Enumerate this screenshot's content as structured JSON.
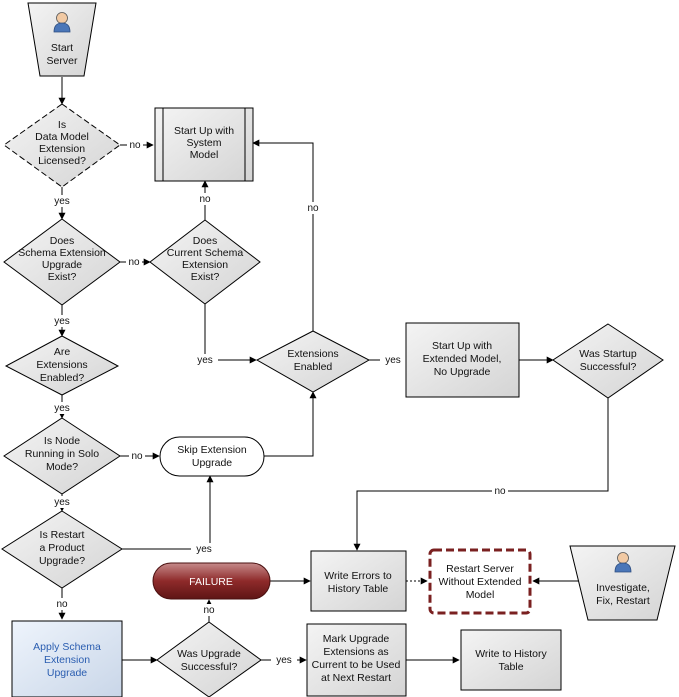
{
  "nodes": {
    "start": [
      "Start",
      "Server"
    ],
    "licensed": [
      "Is",
      "Data Model",
      "Extension",
      "Licensed?"
    ],
    "system_model": [
      "Start Up with",
      "System",
      "Model"
    ],
    "upgrade_exist": [
      "Does",
      "Schema Extension",
      "Upgrade",
      "Exist?"
    ],
    "current_exist": [
      "Does",
      "Current Schema",
      "Extension",
      "Exist?"
    ],
    "ext_enabled_q": [
      "Are",
      "Extensions",
      "Enabled?"
    ],
    "solo": [
      "Is Node",
      "Running in Solo",
      "Mode?"
    ],
    "restart_upgrade": [
      "Is Restart",
      "a Product",
      "Upgrade?"
    ],
    "skip": [
      "Skip Extension",
      "Upgrade"
    ],
    "ext_enabled": [
      "Extensions",
      "Enabled"
    ],
    "extended": [
      "Start Up with",
      "Extended Model,",
      "No Upgrade"
    ],
    "startup_ok": [
      "Was Startup",
      "Successful?"
    ],
    "failure": [
      "FAILURE"
    ],
    "write_errors": [
      "Write Errors to",
      "History Table"
    ],
    "restart_server": [
      "Restart Server",
      "Without Extended",
      "Model"
    ],
    "investigate": [
      "Investigate,",
      "Fix, Restart"
    ],
    "apply": [
      "Apply  Schema",
      "Extension",
      "Upgrade"
    ],
    "upgrade_ok": [
      "Was Upgrade",
      "Successful?"
    ],
    "mark": [
      "Mark Upgrade",
      "Extensions as",
      "Current to be Used",
      "at Next Restart"
    ],
    "write_history": [
      "Write to History",
      "Table"
    ]
  },
  "edge_labels": {
    "no": "no",
    "yes": "yes"
  },
  "icons": {
    "start": "person-icon",
    "investigate": "person-icon"
  },
  "colors": {
    "line": "#000000",
    "box_fill": "#e6e6e6",
    "failure_fill": "#8b2525",
    "dashed_border": "#7a2020",
    "apply_text": "#2a5db0"
  }
}
